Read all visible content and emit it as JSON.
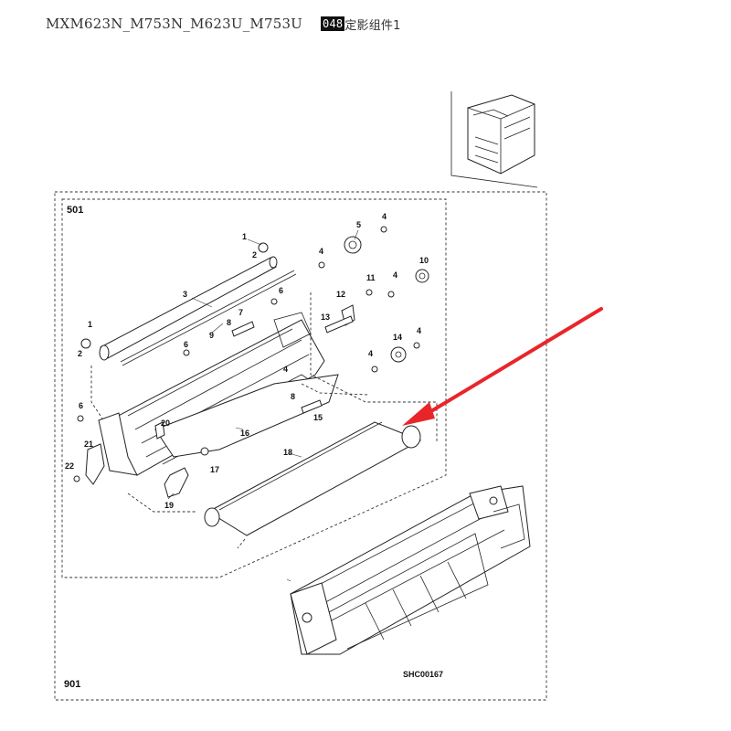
{
  "header": {
    "model": "MXM623N_M753N_M623U_M753U",
    "section_code": "048",
    "section_title": "定影组件1"
  },
  "groups": {
    "upper": "501",
    "lower": "901"
  },
  "reference_code": "SHC00167",
  "callouts": [
    "1",
    "2",
    "3",
    "4",
    "5",
    "6",
    "7",
    "8",
    "9",
    "10",
    "11",
    "12",
    "13",
    "14",
    "15",
    "16",
    "17",
    "18",
    "19",
    "20",
    "21",
    "22"
  ],
  "colors": {
    "arrow": "#e8262a",
    "ink": "#222222"
  }
}
